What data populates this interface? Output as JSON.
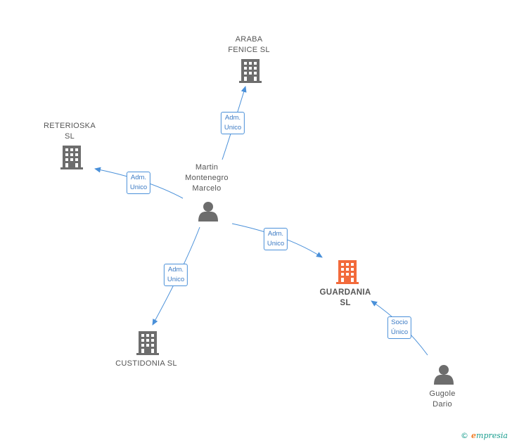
{
  "colors": {
    "edge": "#4a90d9",
    "building": "#6d6d6d",
    "highlight": "#f26a3b",
    "person": "#6d6d6d"
  },
  "nodes": {
    "araba": {
      "lines": [
        "ARABA",
        "FENICE  SL"
      ],
      "icon": "building-icon"
    },
    "reterioska": {
      "lines": [
        "RETERIOSKA",
        "SL"
      ],
      "icon": "building-icon"
    },
    "martin": {
      "lines": [
        "Martin",
        "Montenegro",
        "Marcelo"
      ],
      "icon": "person-icon"
    },
    "guardania": {
      "lines": [
        "GUARDANIA",
        "SL"
      ],
      "icon": "building-icon"
    },
    "custidonia": {
      "lines": [
        "CUSTIDONIA  SL"
      ],
      "icon": "building-icon"
    },
    "gugole": {
      "lines": [
        "Gugole",
        "Dario"
      ],
      "icon": "person-icon"
    }
  },
  "edges": {
    "to_araba": [
      "Adm.",
      "Unico"
    ],
    "to_reterioska": [
      "Adm.",
      "Unico"
    ],
    "to_guardania": [
      "Adm.",
      "Unico"
    ],
    "to_custidonia": [
      "Adm.",
      "Unico"
    ],
    "gugole_to_guardania": [
      "Socio",
      "Único"
    ]
  },
  "footer": {
    "copyright": "©",
    "brand_initial": "e",
    "brand_rest": "mpresia"
  }
}
